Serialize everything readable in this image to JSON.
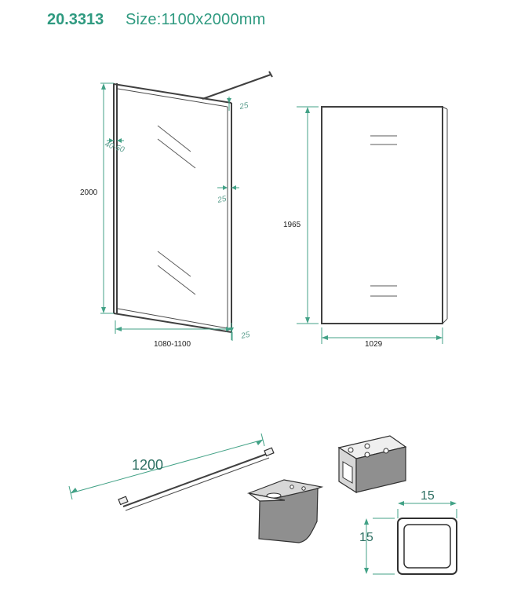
{
  "header": {
    "code": "20.3313",
    "size": "Size:1100x2000mm"
  },
  "dimensions": {
    "panel_height": "2000",
    "frame_depth": "40-50",
    "top_offset": "25",
    "mid_offset": "25",
    "bottom_offset": "25",
    "panel_width": "1080-1100",
    "glass_height": "1965",
    "glass_width": "1029",
    "bar_length": "1200",
    "profile_width": "15",
    "profile_height": "15"
  },
  "colors": {
    "accent": "#2f9a80",
    "dimension": "#43a287",
    "line": "#404040",
    "metal_dark": "#8f8f8f",
    "metal_mid": "#d7d7d7"
  }
}
